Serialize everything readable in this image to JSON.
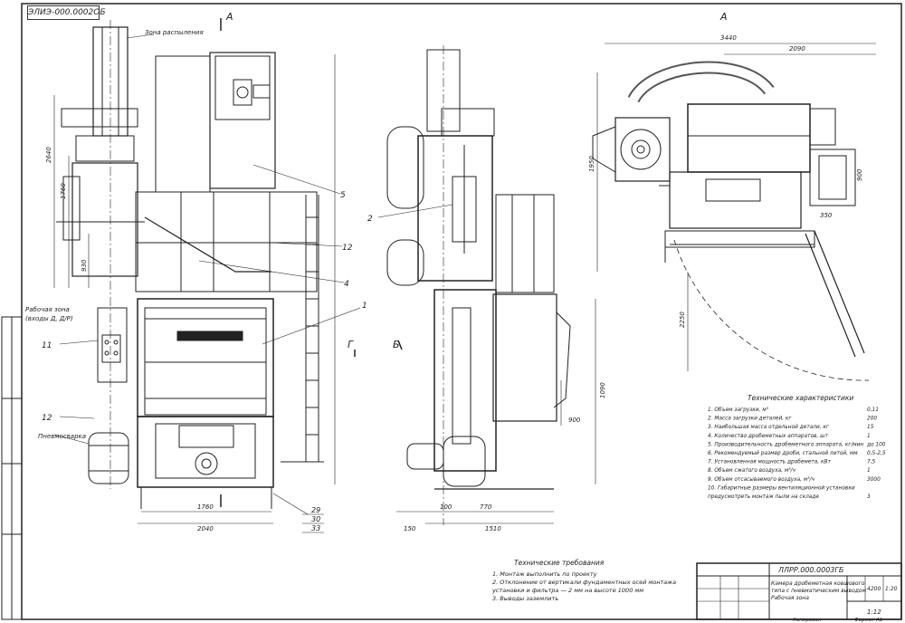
{
  "stamp_code": "ЭЛИЭ-000.0002ОБ",
  "views": {
    "view_a_front": "A",
    "view_a_plan": "A",
    "section_g": "Г",
    "section_b": "Б"
  },
  "front_labels": {
    "exhaust_zone": "Зона распыления",
    "working_area": "Рабочая зона",
    "working_area_note": "(входы Д, Д/Р)",
    "pneumatic": "Пневмосварка"
  },
  "callouts": [
    "5",
    "2",
    "12",
    "4",
    "1",
    "11",
    "12"
  ],
  "dimensions": {
    "height_total": "2640",
    "height_upper": "1760",
    "height_middle": "930",
    "width_base_inner": "1760",
    "width_base_outer": "2040",
    "side_base_1": "100",
    "side_base_2": "770",
    "side_base_3": "1510",
    "side_base_4": "150",
    "side_height": "1090",
    "side_sub": "900",
    "plan_width_total": "3440",
    "plan_width_part": "2090",
    "plan_depth": "1950",
    "plan_small_1": "900",
    "plan_small_2": "350",
    "plan_radius": "2250"
  },
  "base_callouts": [
    "29",
    "30",
    "33"
  ],
  "specs": {
    "title": "Технические характеристики",
    "rows": [
      {
        "label": "1. Объем загрузки, м³",
        "value": "0,11"
      },
      {
        "label": "2. Масса загрузки деталей, кг",
        "value": "200"
      },
      {
        "label": "3. Наибольшая масса отдельной детали, кг",
        "value": "15"
      },
      {
        "label": "4. Количество дробеметных аппаратов, шт",
        "value": "1"
      },
      {
        "label": "5. Производительность дробеметного аппарата, кг/мин",
        "value": "до 100"
      },
      {
        "label": "6. Рекомендуемый размер дроби, стальной литой, мм",
        "value": "0,5-2,5"
      },
      {
        "label": "7. Установленная мощность дробемета, кВт",
        "value": "7,5"
      },
      {
        "label": "8. Объем сжатого воздуха, м³/ч",
        "value": "1"
      },
      {
        "label": "9. Объем отсасываемого воздуха, м³/ч",
        "value": "3000"
      },
      {
        "label": "10. Габаритные размеры вентиляционной установки",
        "value": ""
      },
      {
        "label": "предусмотреть монтаж пыли на складе",
        "value": "3"
      }
    ]
  },
  "requirements": {
    "title": "Технические требования",
    "lines": [
      "1. Монтаж выполнить по проекту",
      "2. Отклонение от вертикали фундаментных осей монтажа",
      "   установки и фильтра — 2 мм на высоте 1000 мм",
      "3. Выводы заземлить"
    ]
  },
  "title_block": {
    "designation": "ЛЛРР.000.0003ГБ",
    "name_line1": "Камера дробеметная ковшового",
    "name_line2": "типа с пневматическим выводом",
    "name_line3": "Рабочая зона",
    "lit": "",
    "mass": "4200",
    "scale": "1:20",
    "sheet": "1:12",
    "copied": "Копировал",
    "format": "Формат А1"
  },
  "colors": {
    "ink": "#222222",
    "paper": "#ffffff"
  }
}
